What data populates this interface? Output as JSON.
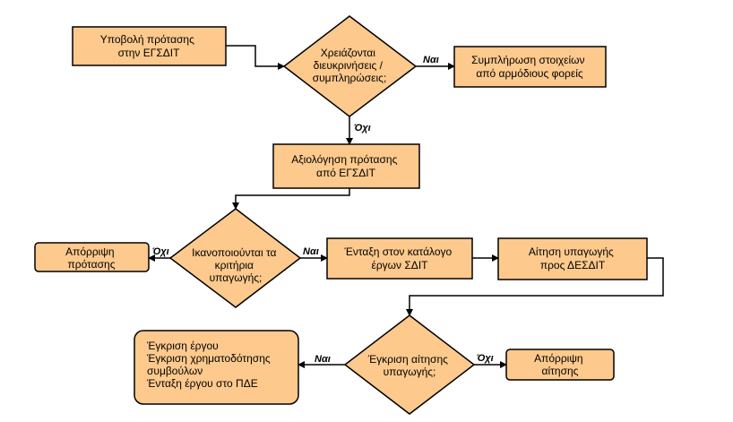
{
  "nodes": {
    "submit": [
      "Υποβολή πρότασης",
      "στην ΕΓΣΔΙΤ"
    ],
    "clarify": [
      "Χρειάζονται",
      "διευκρινήσεις /",
      "συμπληρώσεις;"
    ],
    "complete": [
      "Συμπλήρωση στοιχείων",
      "από αρμόδιους φορείς"
    ],
    "evaluate": [
      "Αξιολόγηση πρότασης",
      "από ΕΓΣΔΙΤ"
    ],
    "criteria": [
      "Ικανοποιούνται τα",
      "κριτήρια",
      "υπαγωγής;"
    ],
    "reject_proposal": [
      "Απόρριψη",
      "πρότασης"
    ],
    "include": [
      "Ένταξη στον κατάλογο",
      "έργων ΣΔΙΤ"
    ],
    "request": [
      "Αίτηση υπαγωγής",
      "προς ΔΕΣΔΙΤ"
    ],
    "approve_request": [
      "Έγκριση αίτησης",
      "υπαγωγής;"
    ],
    "reject_request": [
      "Απόρριψη",
      "αίτησης"
    ],
    "outcome": [
      "Έγκριση έργου",
      "Έγκριση χρηματοδότησης",
      "συμβούλων",
      "Ένταξη έργου στο ΠΔΕ"
    ]
  },
  "labels": {
    "yes": "Ναι",
    "no": "Όχι"
  },
  "colors": {
    "fill": "#fdc98d",
    "stroke": "#000000"
  }
}
